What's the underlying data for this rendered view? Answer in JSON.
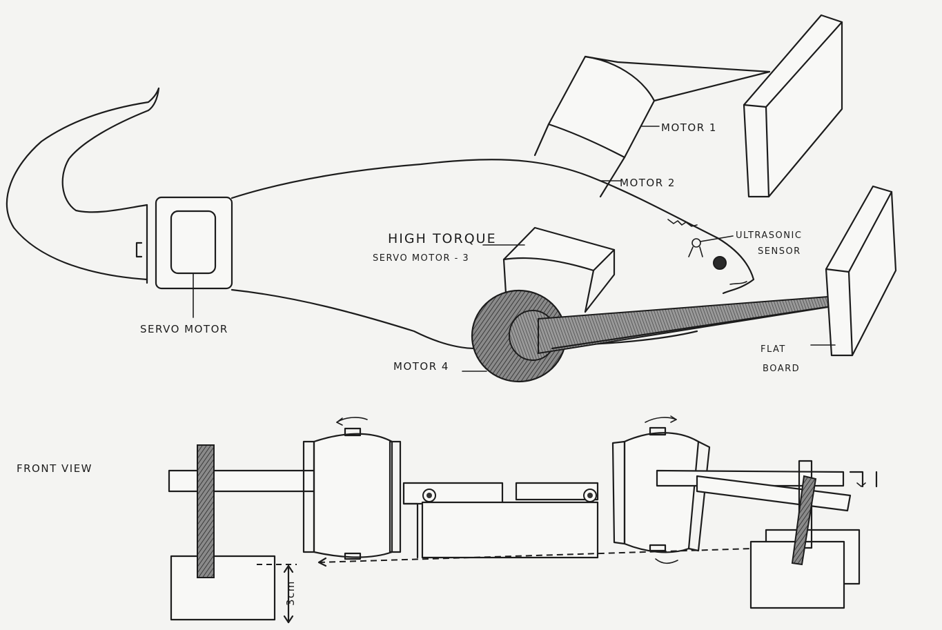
{
  "labels": {
    "motor1": "MOTOR 1",
    "motor2": "MOTOR 2",
    "ultrasonic_line1": "ULTRASONIC",
    "ultrasonic_line2": "SENSOR",
    "high_torque_line1": "HIGH TORQUE",
    "high_torque_line2": "SERVO MOTOR - 3",
    "servo_motor": "SERVO MOTOR",
    "motor4": "MOTOR 4",
    "flat_board_line1": "FLAT",
    "flat_board_line2": "BOARD",
    "front_view": "FRONT VIEW",
    "height_3cm": "3cm"
  },
  "colors": {
    "ink": "#1c1c1c",
    "paper": "#f4f4f2",
    "shade": "#6e6e6e"
  }
}
